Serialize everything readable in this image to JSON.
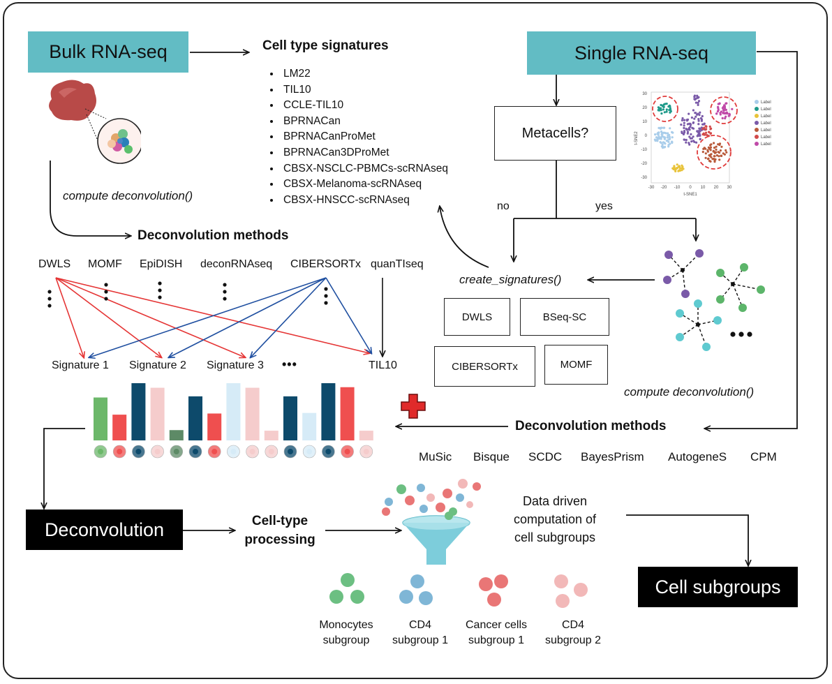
{
  "bulk_rnaseq": "Bulk RNA-seq",
  "single_rnaseq": "Single RNA-seq",
  "cell_type_signatures": {
    "title": "Cell type signatures",
    "items": [
      "LM22",
      "TIL10",
      "CCLE-TIL10",
      "BPRNACan",
      "BPRNACanProMet",
      "BPRNACan3DProMet",
      "CBSX-NSCLC-PBMCs-scRNAseq",
      "CBSX-Melanoma-scRNAseq",
      "CBSX-HNSCC-scRNAseq"
    ]
  },
  "compute_deconvolution_left": "compute deconvolution()",
  "compute_deconvolution_right": "compute deconvolution()",
  "deconv_methods_bulk": {
    "title": "Deconvolution methods",
    "methods": [
      "DWLS",
      "MOMF",
      "EpiDISH",
      "deconRNAseq",
      "CIBERSORTx",
      "quanTIseq"
    ]
  },
  "signatures_row": [
    "Signature 1",
    "Signature 2",
    "Signature 3",
    "•••",
    "TIL10"
  ],
  "metacells": "Metacells?",
  "no_label": "no",
  "yes_label": "yes",
  "create_signatures": "create_signatures()",
  "signature_methods": [
    "DWLS",
    "BSeq-SC",
    "CIBERSORTx",
    "MOMF"
  ],
  "tsne": {
    "xlabel": "t-SNE1",
    "ylabel": "t-SNE2",
    "xticks": [
      "-30",
      "-20",
      "-10",
      "0",
      "10",
      "20",
      "30"
    ],
    "yticks": [
      "30",
      "20",
      "10",
      "0",
      "-10",
      "-20",
      "-30"
    ],
    "legend": [
      "Label",
      "Label",
      "Label",
      "Label",
      "Label",
      "Label",
      "Label"
    ],
    "legend_colors": [
      "#a9cdea",
      "#1e9a8a",
      "#e8c33a",
      "#7a5aa8",
      "#b85a3a",
      "#d24a4a",
      "#c04aa8"
    ]
  },
  "deconv_methods_sc": {
    "title": "Deconvolution methods",
    "methods": [
      "MuSic",
      "Bisque",
      "SCDC",
      "BayesPrism",
      "AutogeneS",
      "CPM"
    ]
  },
  "bar_chart": {
    "values": [
      0.75,
      0.45,
      1.0,
      0.92,
      0.18,
      0.77,
      0.47,
      1.0,
      0.92,
      0.17,
      0.77,
      0.48,
      1.0,
      0.93,
      0.17
    ],
    "colors": [
      "#6cb86a",
      "#ef4f4f",
      "#0d4a6b",
      "#f5cccc",
      "#5d8a66",
      "#0d4a6b",
      "#ef4f4f",
      "#d6ebf7",
      "#f5cccc",
      "#f5cccc",
      "#0d4a6b",
      "#d6ebf7",
      "#0d4a6b",
      "#ef4f4f",
      "#f5cccc"
    ]
  },
  "deconvolution": "Deconvolution",
  "cell_type_processing": "Cell-type\nprocessing",
  "data_driven": "Data driven\ncomputation of\ncell subgroups",
  "cell_subgroups": "Cell subgroups",
  "subgroups": [
    {
      "label": "Monocytes\nsubgroup",
      "color": "#6cbf82"
    },
    {
      "label": "CD4\nsubgroup 1",
      "color": "#7fb6d6"
    },
    {
      "label": "Cancer cells\nsubgroup 1",
      "color": "#e97676"
    },
    {
      "label": "CD4\nsubgroup 2",
      "color": "#f2b8b8"
    }
  ]
}
